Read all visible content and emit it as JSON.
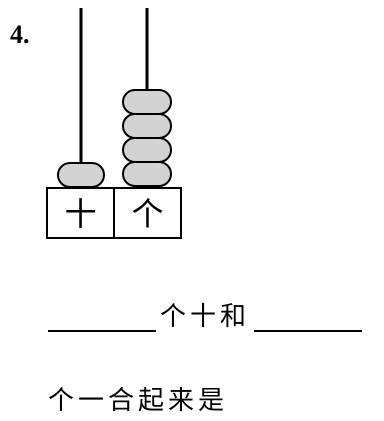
{
  "question": {
    "number": "4."
  },
  "abacus": {
    "rods": [
      {
        "label": "十",
        "beads": 1
      },
      {
        "label": "个",
        "beads": 4
      }
    ],
    "bead_fill": "#d3d3d3",
    "stroke": "#000000"
  },
  "prompt": {
    "line1_text": "个十和",
    "line2_text": "个一合起来是"
  }
}
